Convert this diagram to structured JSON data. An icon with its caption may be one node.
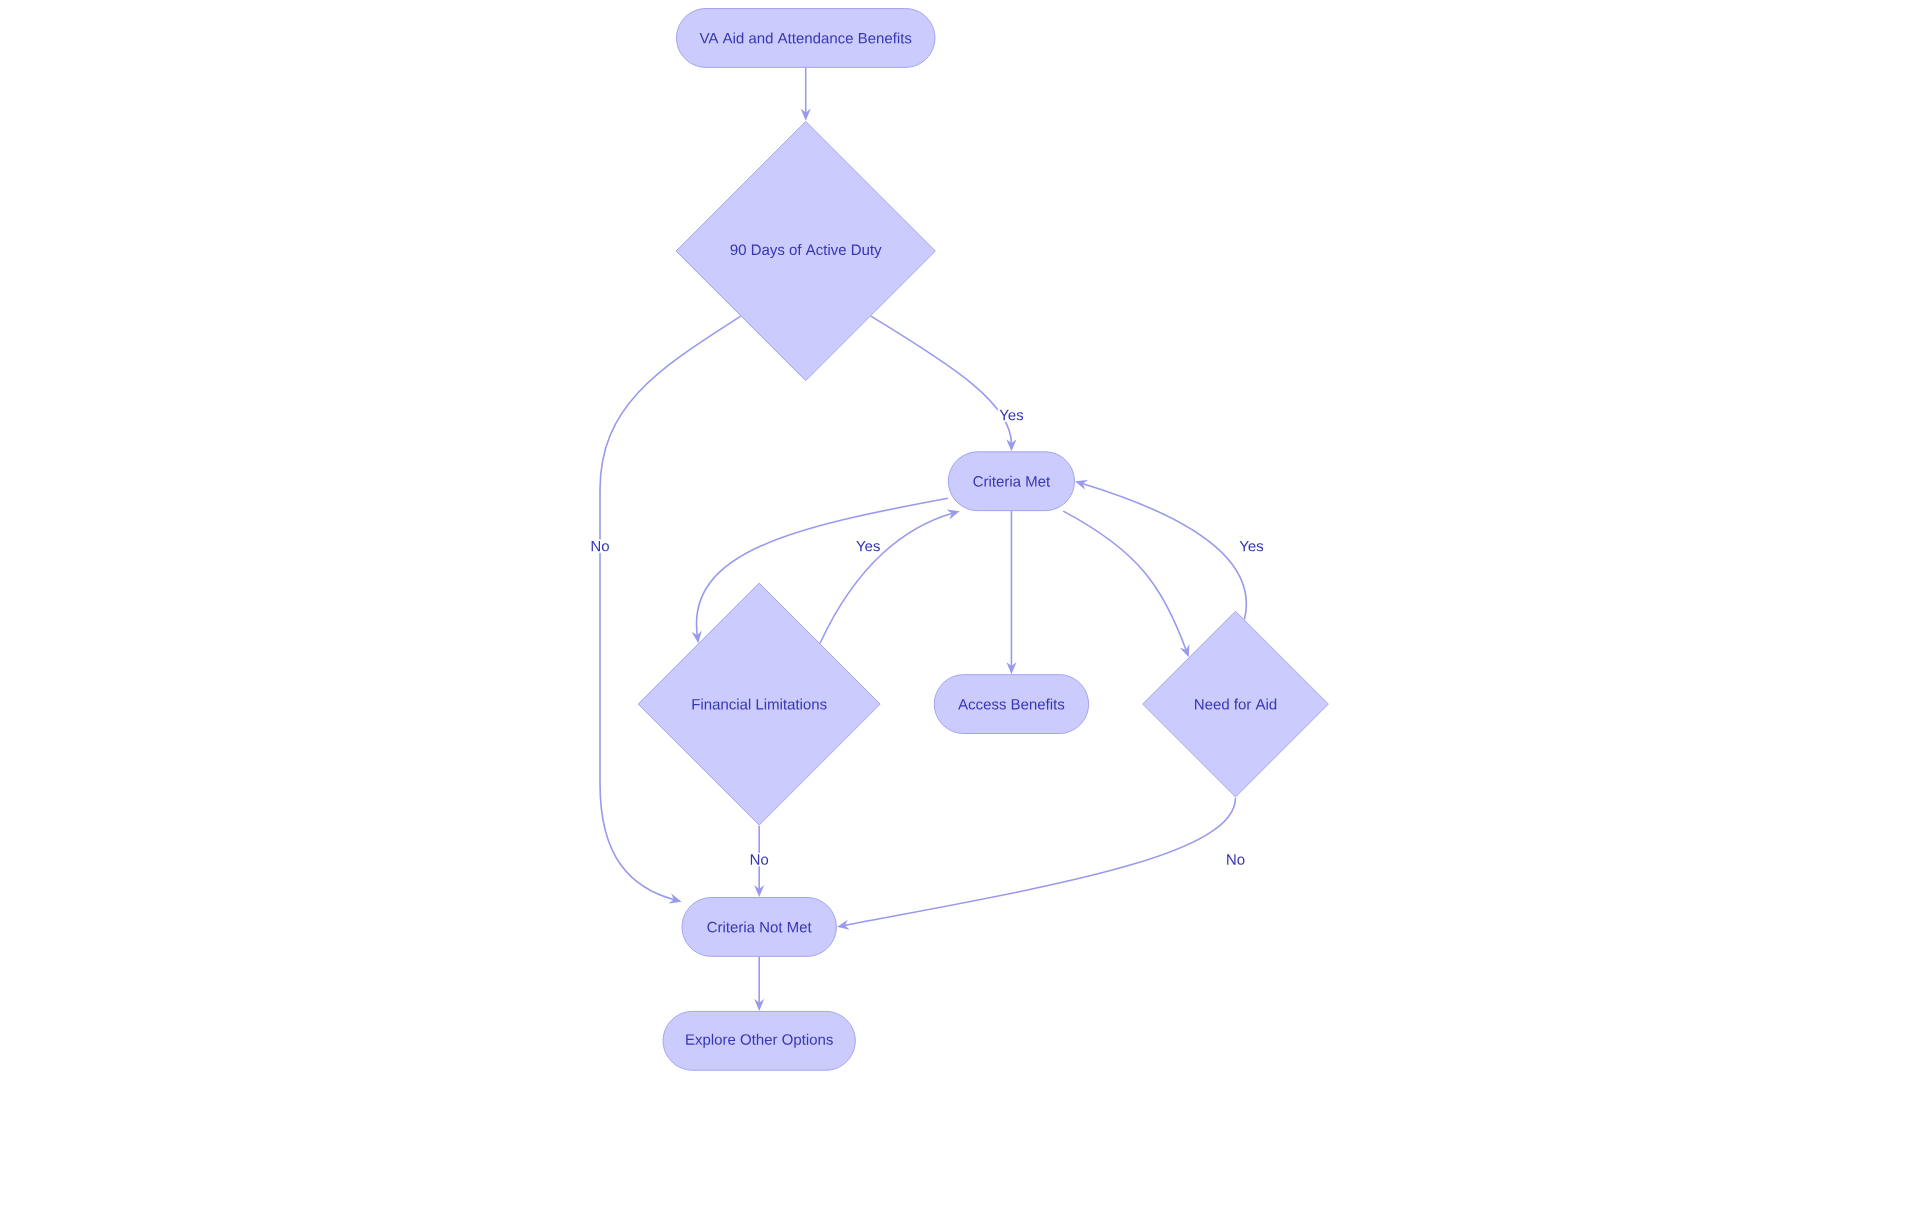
{
  "diagram": {
    "nodes": [
      {
        "text": [
          "VA Aid and Attendance Benefits"
        ]
      },
      {
        "text": [
          "90 Days of Active Duty"
        ]
      },
      {
        "text": [
          "Criteria Met"
        ]
      },
      {
        "text": [
          "Financial Limitations"
        ]
      },
      {
        "text": [
          "Access Benefits"
        ]
      },
      {
        "text": [
          "Need for Aid"
        ]
      },
      {
        "text": [
          "Criteria Not Met"
        ]
      },
      {
        "text": [
          "Explore Other Options"
        ]
      }
    ],
    "edges": [
      {
        "from": 0,
        "to": 1,
        "arrow": "to"
      },
      {
        "from": 1,
        "to": 6,
        "arrow": "to",
        "label": "No"
      },
      {
        "from": 1,
        "to": 2,
        "arrow": "to",
        "label": "Yes"
      },
      {
        "from": 2,
        "to": 3,
        "arrow": "to"
      },
      {
        "from": 3,
        "to": 2,
        "arrow": "to",
        "label": "Yes"
      },
      {
        "from": 2,
        "to": 4,
        "arrow": "to"
      },
      {
        "from": 2,
        "to": 5,
        "arrow": "to"
      },
      {
        "from": 5,
        "to": 2,
        "arrow": "to",
        "label": "Yes"
      },
      {
        "from": 3,
        "to": 6,
        "arrow": "to",
        "label": "No"
      },
      {
        "from": 5,
        "to": 6,
        "arrow": "to",
        "label": "No"
      },
      {
        "from": 6,
        "to": 7,
        "arrow": "to"
      }
    ]
  }
}
